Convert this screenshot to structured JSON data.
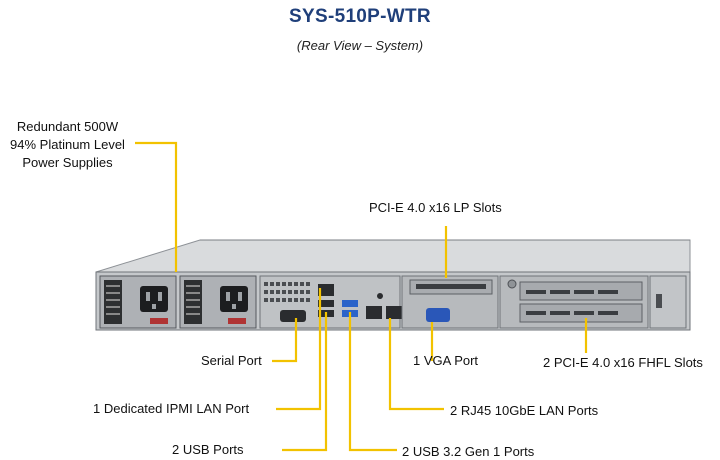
{
  "header": {
    "title": "SYS-510P-WTR",
    "subtitle": "(Rear View – System)"
  },
  "callouts": {
    "psu": [
      "Redundant  500W",
      "94% Platinum  Level",
      "Power Supplies"
    ],
    "pcie_lp": "PCI-E  4.0 x16  LP Slots",
    "serial": "Serial Port",
    "vga": "1 VGA Port",
    "pcie_fhfl": "2 PCI-E  4.0 x16  FHFL Slots",
    "ipmi": "1 Dedicated IPMI  LAN Port",
    "rj45": "2 RJ45  10GbE LAN Ports",
    "usb2": "2 USB Ports",
    "usb3": "2 USB 3.2 Gen 1 Ports"
  },
  "colors": {
    "title": "#1f3f7a",
    "leader": "#f2c200",
    "chassis": "#b9bcbf"
  }
}
